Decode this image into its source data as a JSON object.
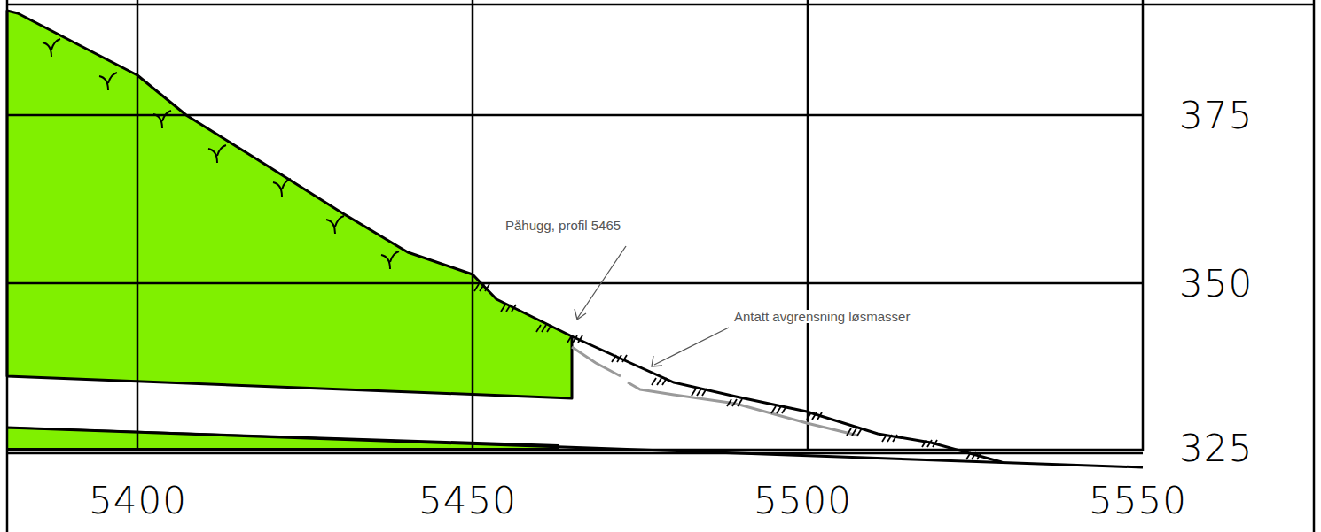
{
  "diagram": {
    "labels": [
      "375",
      "Påhugg, profil 5465",
      "350",
      "Antatt avgrensning løsmasser",
      "325",
      "5400",
      "5450",
      "5500",
      "5550"
    ]
  }
}
